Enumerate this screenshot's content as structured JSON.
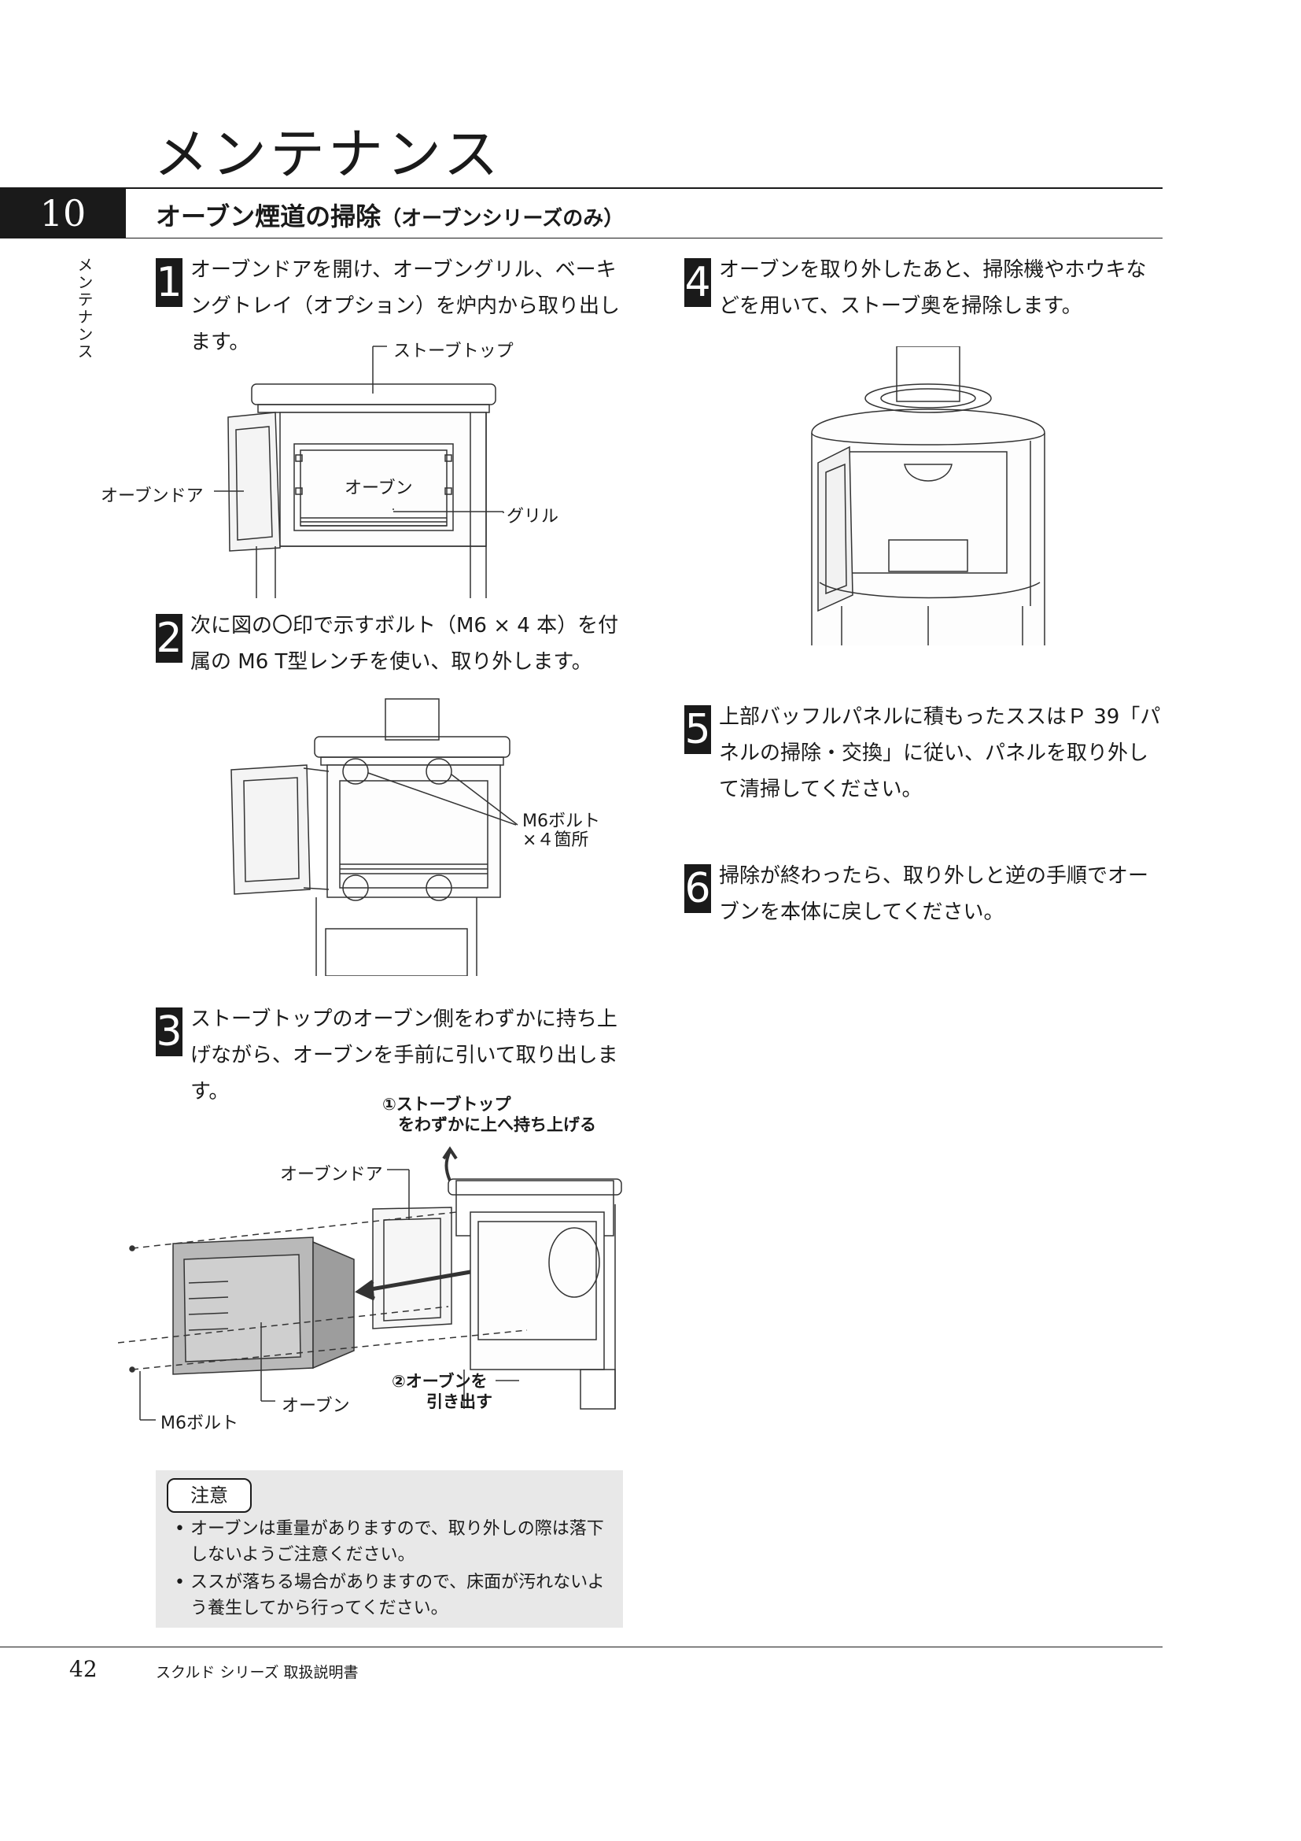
{
  "page_title": "メンテナンス",
  "section": {
    "number": "10",
    "title": "オーブン煙道の掃除",
    "subtitle": "（オーブンシリーズのみ）"
  },
  "side_tab": "メンテナンス",
  "steps": [
    {
      "num": "1",
      "text": "オーブンドアを開け、オーブングリル、ベーキングトレイ（オプション）を炉内から取り出します。"
    },
    {
      "num": "2",
      "text": "次に図の〇印で示すボルト（M6 × 4 本）を付属の M6 T型レンチを使い、取り外します。"
    },
    {
      "num": "3",
      "text": "ストーブトップのオーブン側をわずかに持ち上げながら、オーブンを手前に引いて取り出します。"
    },
    {
      "num": "4",
      "text": "オーブンを取り外したあと、掃除機やホウキなどを用いて、ストーブ奥を掃除します。"
    },
    {
      "num": "5",
      "text": "上部バッフルパネルに積もったススはＰ 39「パネルの掃除・交換」に従い、パネルを取り外して清掃してください。"
    },
    {
      "num": "6",
      "text": "掃除が終わったら、取り外しと逆の手順でオーブンを本体に戻してください。"
    }
  ],
  "figure1": {
    "stove_top": "ストーブトップ",
    "oven_door": "オーブンドア",
    "oven": "オーブン",
    "grill": "グリル"
  },
  "figure2": {
    "bolt_line1": "M6ボルト",
    "bolt_line2": "×４箇所"
  },
  "figure3": {
    "lift_line1": "①ストーブトップ",
    "lift_line2": "をわずかに上へ持ち上げる",
    "oven_door": "オーブンドア",
    "pull_line1": "②オーブンを",
    "pull_line2": "引き出す",
    "bolt": "M6ボルト",
    "oven": "オーブン"
  },
  "caution": {
    "badge": "注意",
    "items": [
      "オーブンは重量がありますので、取り外しの際は落下しないようご注意ください。",
      "ススが落ちる場合がありますので、床面が汚れないよう養生してから行ってください。"
    ]
  },
  "footer": {
    "page_number": "42",
    "manual_title": "スクルド シリーズ  取扱説明書"
  }
}
